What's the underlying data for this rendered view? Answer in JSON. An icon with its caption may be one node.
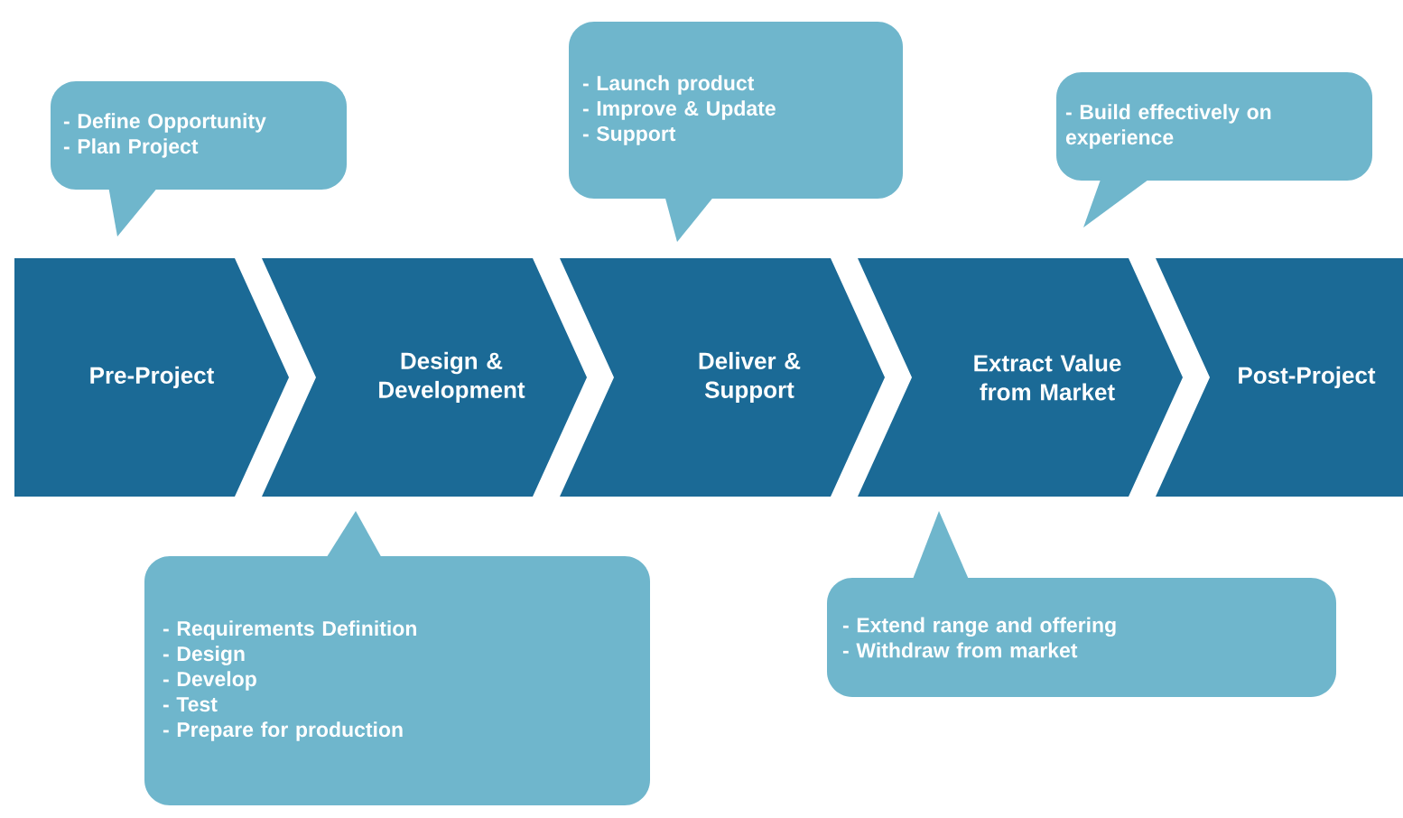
{
  "diagram": {
    "nodes": [
      {
        "text": [
          "Pre-Project"
        ]
      },
      {
        "text": [
          "Design & Development"
        ]
      },
      {
        "text": [
          "Deliver & Support"
        ]
      },
      {
        "text": [
          "Extract Value from Market"
        ]
      },
      {
        "text": [
          "Post-Project"
        ]
      },
      {
        "text": [
          "- Define Opportunity",
          "- Plan Project"
        ]
      },
      {
        "text": [
          "- Launch product",
          "- Improve &  Update",
          "- Support"
        ]
      },
      {
        "text": [
          "- Build effectively on experience"
        ]
      },
      {
        "text": [
          "- Requirements Definition",
          "- Design",
          "- Develop",
          "- Test",
          "- Prepare for production"
        ]
      },
      {
        "text": [
          "- Extend range and offering",
          "- Withdraw from market"
        ]
      }
    ]
  }
}
